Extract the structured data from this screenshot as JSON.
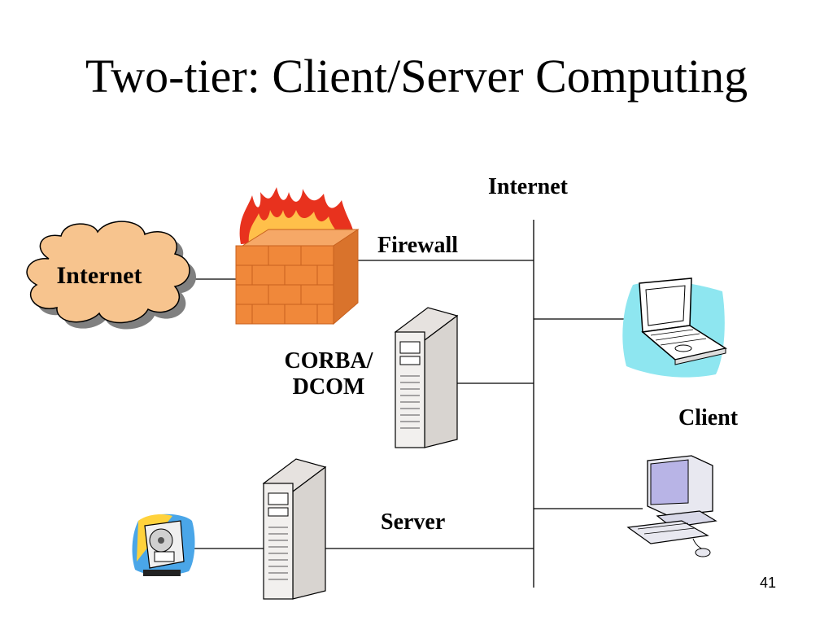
{
  "title": "Two-tier: Client/Server Computing",
  "labels": {
    "internet_top": "Internet",
    "cloud": "Internet",
    "firewall": "Firewall",
    "corba_line1": "CORBA/",
    "corba_line2": "DCOM",
    "client": "Client",
    "server": "Server"
  },
  "page_number": "41",
  "icons": {
    "cloud": "cloud-icon",
    "firewall": "firewall-icon",
    "server": "server-tower-icon",
    "laptop": "laptop-icon",
    "desktop": "desktop-computer-icon",
    "database": "disk-drive-icon"
  },
  "colors": {
    "cloud_fill": "#f7c48e",
    "brick": "#f0883a",
    "flame": "#e8321e",
    "laptop_bg": "#8ee6f0",
    "server_body": "#f2f0ee",
    "line": "#000000"
  }
}
